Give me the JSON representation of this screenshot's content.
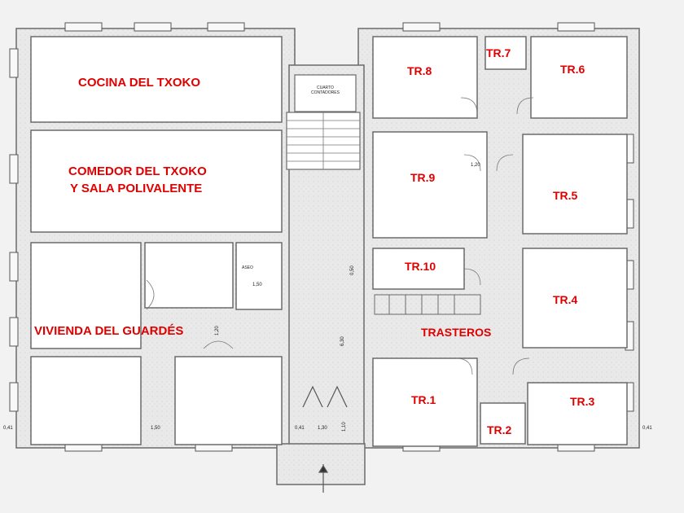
{
  "rooms": {
    "cocina": "COCINA DEL TXOKO",
    "comedor_line1": "COMEDOR DEL  TXOKO",
    "comedor_line2": "Y SALA POLIVALENTE",
    "vivienda": "VIVIENDA DEL GUARDÉS",
    "trasteros": "TRASTEROS",
    "tr8": "TR.8",
    "tr7": "TR.7",
    "tr6": "TR.6",
    "tr9": "TR.9",
    "tr5": "TR.5",
    "tr10": "TR.10",
    "tr4": "TR.4",
    "tr1": "TR.1",
    "tr2": "TR.2",
    "tr3": "TR.3"
  },
  "small_labels": {
    "cuarto_line1": "CUARTO",
    "cuarto_line2": "CONTADORES",
    "aseo": "ASEO"
  },
  "dimensions": {
    "d041_left": "0,41",
    "d150_bottom": "1,50",
    "d041_center": "0,41",
    "d130": "1,30",
    "d041_right": "0,41",
    "d150_aseo": "1,50",
    "d120": "1,20",
    "d120_v": "1,20",
    "d050_v": "0,50",
    "d630_v": "6,30",
    "d110_v": "1,10"
  },
  "colors": {
    "label_red": "#e00000",
    "wall": "#6a6a6a",
    "room_fill": "#ffffff",
    "background": "#f4f4f4"
  }
}
